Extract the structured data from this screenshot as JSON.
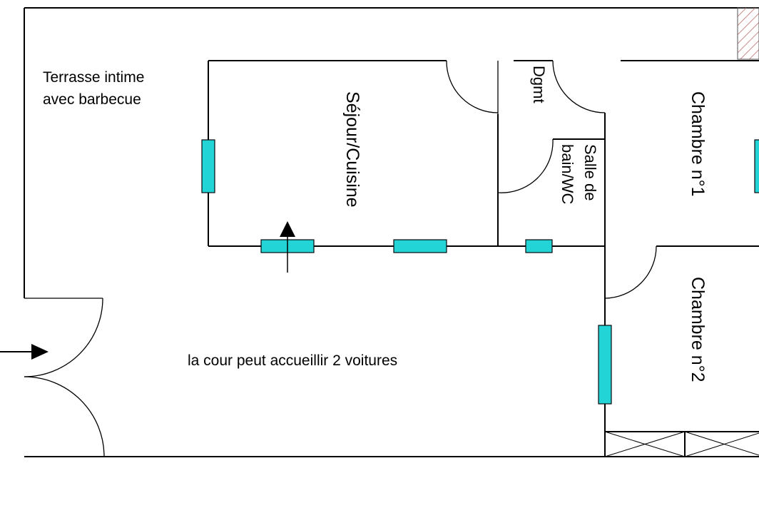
{
  "plan": {
    "terrace_label_line1": "Terrasse intime",
    "terrace_label_line2": "avec barbecue",
    "courtyard_label": "la cour peut accueillir 2 voitures",
    "rooms": {
      "sejour": "Séjour/Cuisine",
      "degagement": "Dgmt",
      "bathroom_line1": "Salle de",
      "bathroom_line2": "bain/WC",
      "chambre1": "Chambre n°1",
      "chambre2": "Chambre n°2"
    }
  },
  "colors": {
    "window": "#22d4d6",
    "wall": "#000000",
    "hatch": "#c98a8a"
  }
}
